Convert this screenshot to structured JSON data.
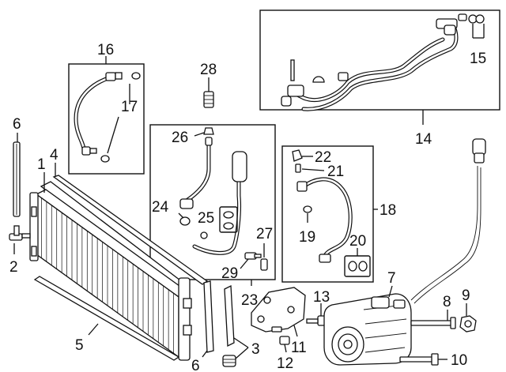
{
  "callouts": {
    "c1": "1",
    "c2": "2",
    "c3": "3",
    "c4": "4",
    "c5": "5",
    "c6a": "6",
    "c6b": "6",
    "c7": "7",
    "c8": "8",
    "c9": "9",
    "c10": "10",
    "c11": "11",
    "c12": "12",
    "c13": "13",
    "c14": "14",
    "c15": "15",
    "c16": "16",
    "c17": "17",
    "c18": "18",
    "c19": "19",
    "c20": "20",
    "c21": "21",
    "c22": "22",
    "c23": "23",
    "c24": "24",
    "c25": "25",
    "c26": "26",
    "c27": "27",
    "c28": "28",
    "c29": "29"
  }
}
